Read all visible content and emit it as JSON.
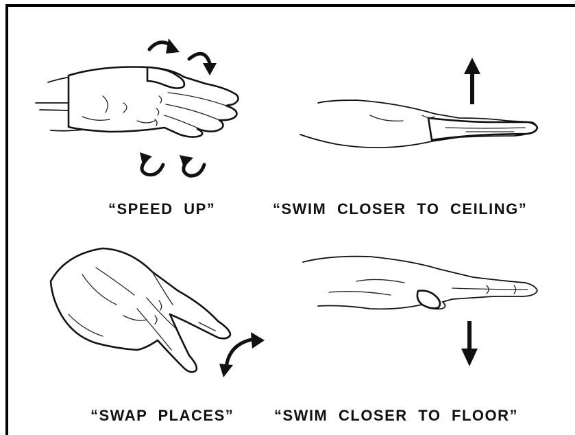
{
  "signals": [
    {
      "caption": "“SPEED UP”"
    },
    {
      "caption": "“SWIM CLOSER TO CEILING”"
    },
    {
      "caption": "“SWAP PLACES”"
    },
    {
      "caption": "“SWIM CLOSER TO FLOOR”"
    }
  ],
  "colors": {
    "ink": "#111111",
    "paper": "#ffffff"
  },
  "icons": [
    "rotate-arrow-icon",
    "up-arrow-icon",
    "down-arrow-icon",
    "curved-swap-arrow-icon"
  ]
}
